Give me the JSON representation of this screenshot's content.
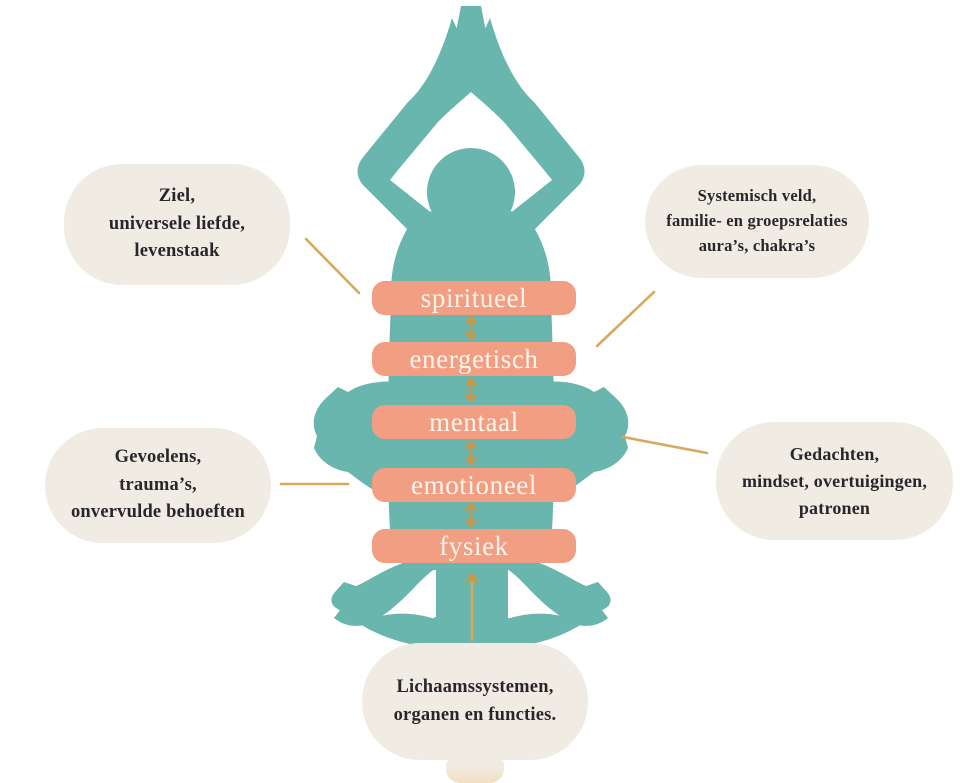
{
  "colors": {
    "teal": "#68b6ad",
    "salmon": "#f29e82",
    "cream": "#f1ece3",
    "gold": "#d9a85f",
    "gold_dark": "#c9984a",
    "band_text": "#fdf5ed",
    "bubble_text": "#27262b",
    "background": "#ffffff",
    "tab_tint": "#f3dfc0"
  },
  "icons": {
    "silhouette": "meditating-person",
    "double_arrow": "↕",
    "up_arrow": "▲"
  },
  "bands": [
    {
      "label": "spiritueel"
    },
    {
      "label": "energetisch"
    },
    {
      "label": "mentaal"
    },
    {
      "label": "emotioneel"
    },
    {
      "label": "fysiek"
    }
  ],
  "bubbles": {
    "top_left": "Ziel,\nuniversele liefde,\nlevenstaak",
    "top_right": "Systemisch veld,\nfamilie- en groepsrelaties\naura’s, chakra’s",
    "mid_left": "Gevoelens,\ntrauma’s,\nonvervulde behoeften",
    "mid_right": "Gedachten,\nmindset, overtuigingen,\npatronen",
    "bottom": "Lichaamssystemen,\norganen en functies."
  }
}
